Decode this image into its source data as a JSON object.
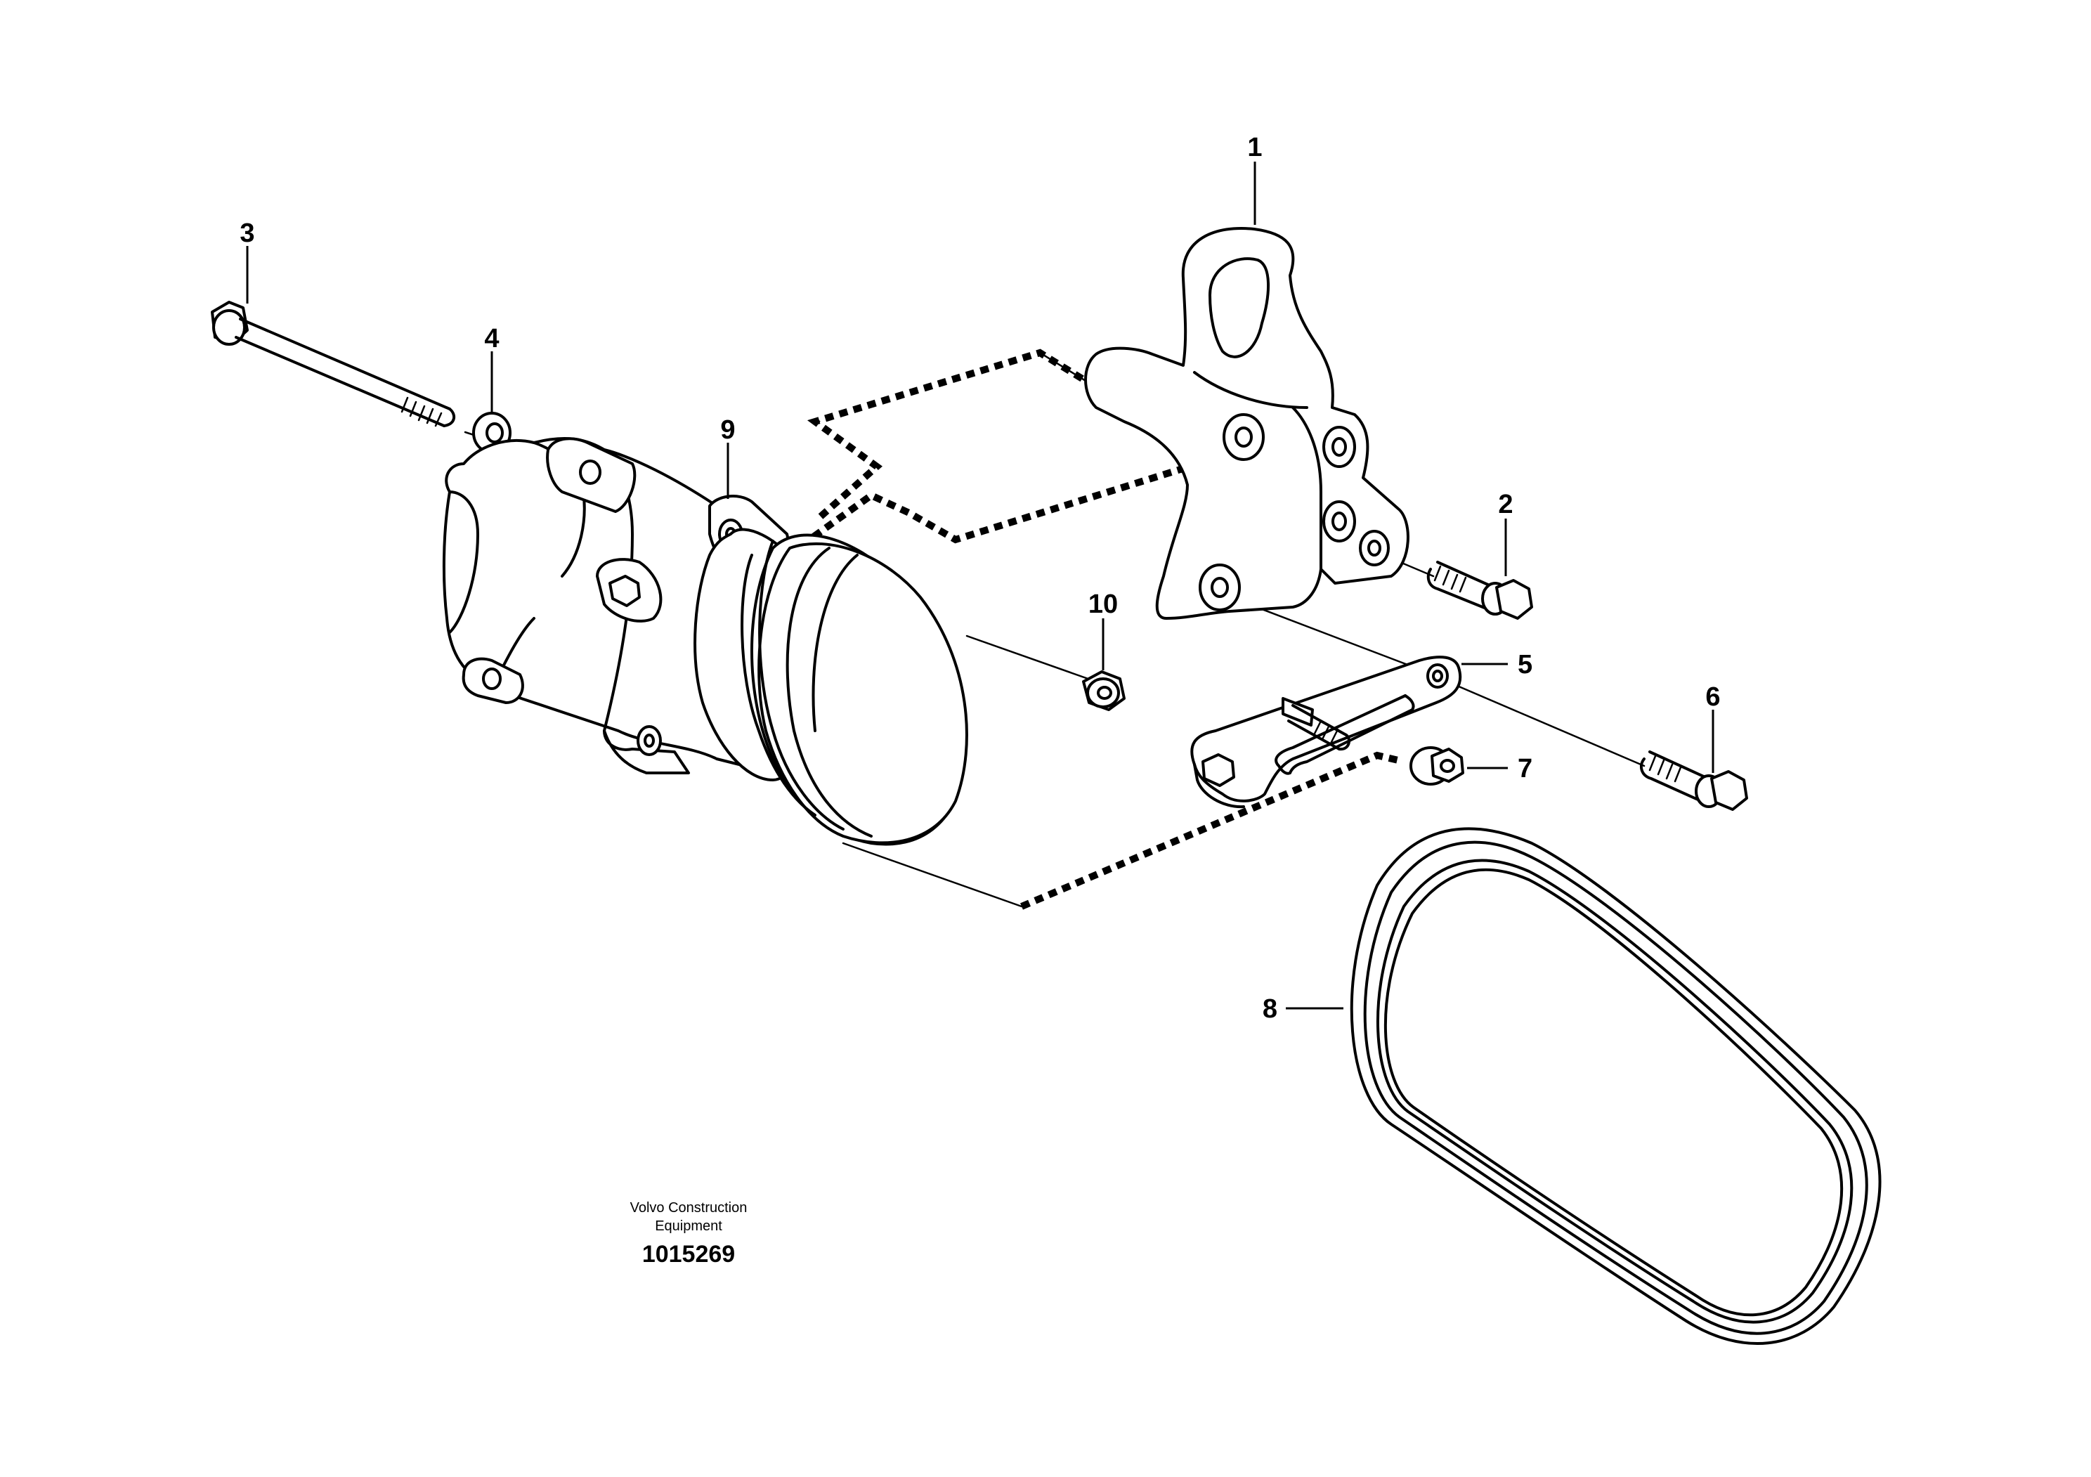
{
  "diagram": {
    "callouts": [
      {
        "id": "1",
        "label": "1"
      },
      {
        "id": "2",
        "label": "2"
      },
      {
        "id": "3",
        "label": "3"
      },
      {
        "id": "4",
        "label": "4"
      },
      {
        "id": "5",
        "label": "5"
      },
      {
        "id": "6",
        "label": "6"
      },
      {
        "id": "7",
        "label": "7"
      },
      {
        "id": "8",
        "label": "8"
      },
      {
        "id": "9",
        "label": "9"
      },
      {
        "id": "10",
        "label": "10"
      }
    ]
  },
  "footer": {
    "brand_line_1": "Volvo Construction",
    "brand_line_2": "Equipment",
    "figure_number": "1015269"
  }
}
